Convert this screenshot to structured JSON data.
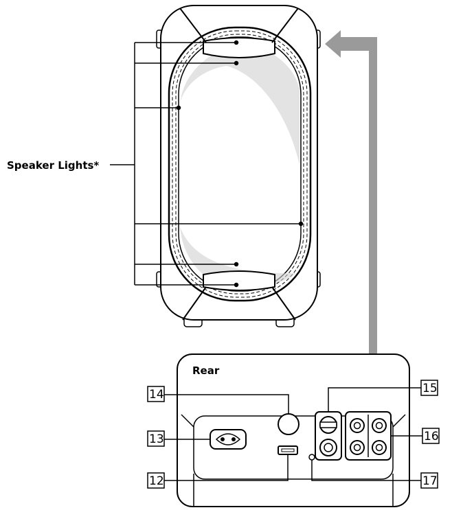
{
  "labels": {
    "speaker_lights": "Speaker Lights*",
    "rear": "Rear"
  },
  "callouts": {
    "ac_inlet": "13",
    "power_button": "14",
    "input_jack": "15",
    "rca_jacks": "16",
    "usb_port": "12",
    "pair_hole": "17"
  }
}
